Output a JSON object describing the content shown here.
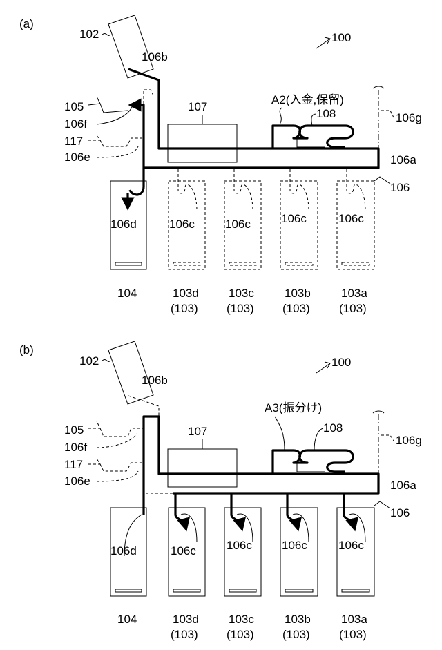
{
  "panels": [
    {
      "tag": "(a)",
      "labels": {
        "device": "100",
        "l102": "102",
        "l106b": "106b",
        "l105": "105",
        "l106f": "106f",
        "l117": "117",
        "l106e": "106e",
        "l107": "107",
        "mode": "A2(入金,保留)",
        "l108": "108",
        "l106g": "106g",
        "l106a": "106a",
        "l106": "106",
        "l106d": "106d",
        "l106c": "106c"
      },
      "cassettes": [
        {
          "name": "104",
          "group": ""
        },
        {
          "name": "103d",
          "group": "(103)"
        },
        {
          "name": "103c",
          "group": "(103)"
        },
        {
          "name": "103b",
          "group": "(103)"
        },
        {
          "name": "103a",
          "group": "(103)"
        }
      ]
    },
    {
      "tag": "(b)",
      "labels": {
        "device": "100",
        "l102": "102",
        "l106b": "106b",
        "l105": "105",
        "l106f": "106f",
        "l117": "117",
        "l106e": "106e",
        "l107": "107",
        "mode": "A3(振分け)",
        "l108": "108",
        "l106g": "106g",
        "l106a": "106a",
        "l106": "106",
        "l106d": "106d",
        "l106c": "106c"
      },
      "cassettes": [
        {
          "name": "104",
          "group": ""
        },
        {
          "name": "103d",
          "group": "(103)"
        },
        {
          "name": "103c",
          "group": "(103)"
        },
        {
          "name": "103b",
          "group": "(103)"
        },
        {
          "name": "103a",
          "group": "(103)"
        }
      ]
    }
  ]
}
